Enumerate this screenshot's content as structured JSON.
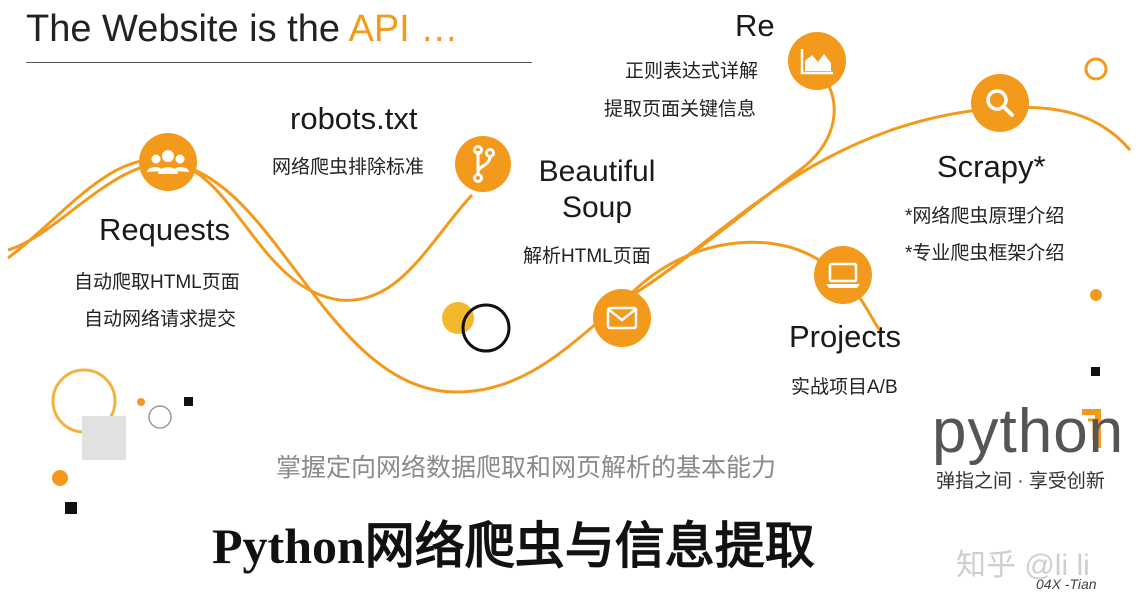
{
  "header": {
    "title_prefix": "The Website is the ",
    "title_accent": "API …"
  },
  "nodes": {
    "requests": {
      "title": "Requests",
      "lines": [
        "自动爬取HTML页面",
        "自动网络请求提交"
      ],
      "icon": "people-group-icon"
    },
    "robots": {
      "title": "robots.txt",
      "lines": [
        "网络爬虫排除标准"
      ],
      "icon": "branch-icon"
    },
    "beautifulsoup": {
      "title_line1": "Beautiful",
      "title_line2": "Soup",
      "lines": [
        "解析HTML页面"
      ],
      "icon": "envelope-icon"
    },
    "re": {
      "title": "Re",
      "lines": [
        "正则表达式详解",
        "提取页面关键信息"
      ],
      "icon": "area-chart-icon"
    },
    "projects": {
      "title": "Projects",
      "lines": [
        "实战项目A/B"
      ],
      "icon": "laptop-icon"
    },
    "scrapy": {
      "title": "Scrapy*",
      "lines": [
        "*网络爬虫原理介绍",
        "*专业爬虫框架介绍"
      ],
      "icon": "search-icon"
    }
  },
  "subtitle": "掌握定向网络数据爬取和网页解析的基本能力",
  "main_title": "Python网络爬虫与信息提取",
  "logo": {
    "word": "python",
    "tagline": "弹指之间 · 享受创新"
  },
  "watermark": {
    "zhihu": "知乎 @li li",
    "signature": "04X -Tian"
  },
  "colors": {
    "accent": "#f39a1c",
    "text": "#1a1a1a",
    "muted": "#8a8a8a"
  }
}
